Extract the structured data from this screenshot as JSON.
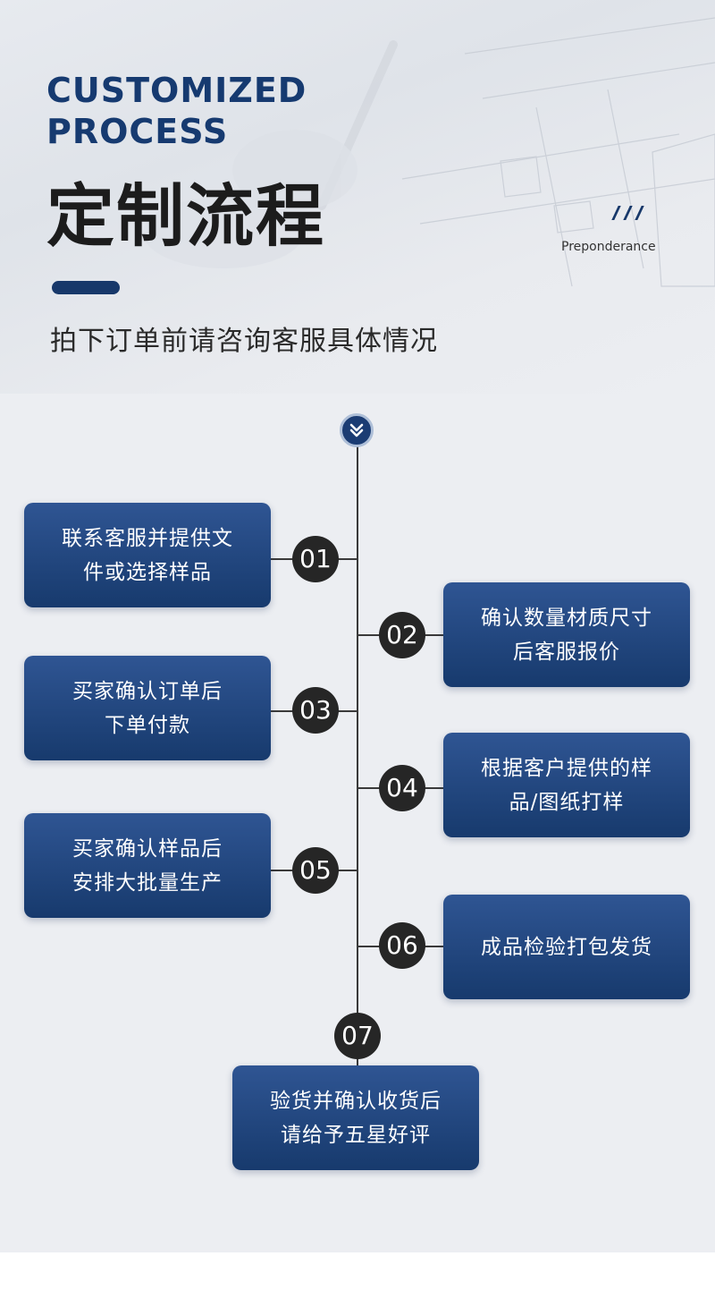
{
  "header": {
    "title_en_line1": "CUSTOMIZED",
    "title_en_line2": "PROCESS",
    "title_cn": "定制流程",
    "subtitle": "拍下订单前请咨询客服具体情况",
    "tag": "Preponderance"
  },
  "icons": {
    "top_badge": "double-chevron-down-icon",
    "tag_mark": "triple-slash-icon"
  },
  "colors": {
    "navy": "#17386a",
    "box_top": "#2f5593",
    "box_bottom": "#173a6d",
    "number_badge": "#262626",
    "background": "#eceef2"
  },
  "steps": [
    {
      "number": "01",
      "line1": "联系客服并提供文",
      "line2": "件或选择样品"
    },
    {
      "number": "02",
      "line1": "确认数量材质尺寸",
      "line2": "后客服报价"
    },
    {
      "number": "03",
      "line1": "买家确认订单后",
      "line2": "下单付款"
    },
    {
      "number": "04",
      "line1": "根据客户提供的样",
      "line2": "品/图纸打样"
    },
    {
      "number": "05",
      "line1": "买家确认样品后",
      "line2": "安排大批量生产"
    },
    {
      "number": "06",
      "line1": "成品检验打包发货",
      "line2": ""
    },
    {
      "number": "07",
      "line1": "验货并确认收货后",
      "line2": "请给予五星好评"
    }
  ]
}
